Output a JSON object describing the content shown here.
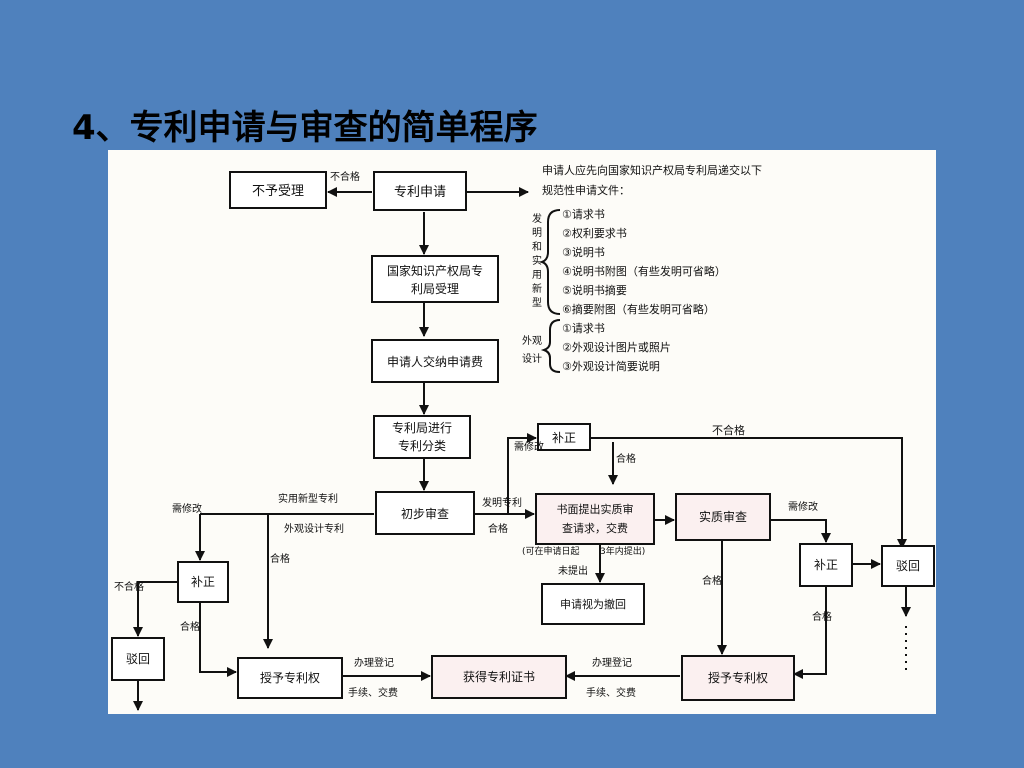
{
  "title": "4、专利申请与审查的简单程序",
  "boxes": {
    "not_accepted": "不予受理",
    "patent_application": "专利申请",
    "cnipa_accept_1": "国家知识产权局专",
    "cnipa_accept_2": "利局受理",
    "pay_fee": "申请人交纳申请费",
    "classify_1": "专利局进行",
    "classify_2": "专利分类",
    "prelim_exam": "初步审查",
    "correct_top": "补正",
    "request_exam_1": "书面提出实质审",
    "request_exam_2": "查请求，交费",
    "substantive_exam": "实质审查",
    "correct_right": "补正",
    "reject_right": "驳回",
    "correct_left": "补正",
    "reject_left": "驳回",
    "deemed_withdrawn": "申请视为撤回",
    "grant_left": "授予专利权",
    "certificate": "获得专利证书",
    "grant_right": "授予专利权"
  },
  "labels": {
    "fail_top": "不合格",
    "fail_upper_right": "不合格",
    "fail_left": "不合格",
    "need_fix_top": "需修改",
    "need_fix_left": "需修改",
    "need_fix_right": "需修改",
    "pass_a": "合格",
    "pass_b": "合格",
    "pass_c": "合格",
    "pass_d": "合格",
    "pass_e": "合格",
    "pass_f": "合格",
    "utility": "实用新型专利",
    "design": "外观设计专利",
    "invention": "发明专利",
    "within3_1": "(可在申请日起",
    "within3_2": "3年内提出)",
    "not_filed": "未提出",
    "register_left": "办理登记",
    "fees_left": "手续、交费",
    "register_right": "办理登记",
    "fees_right": "手续、交费"
  },
  "docs": {
    "intro_1": "申请人应先向国家知识产权局专利局递交以下",
    "intro_2": "规范性申请文件：",
    "invention_group": [
      "发",
      "明",
      "和",
      "实",
      "用",
      "新",
      "型"
    ],
    "invention_items": [
      "①请求书",
      "②权利要求书",
      "③说明书",
      "④说明书附图（有些发明可省略）",
      "⑤说明书摘要",
      "⑥摘要附图（有些发明可省略）"
    ],
    "design_group": [
      "外观",
      "设计"
    ],
    "design_items": [
      "①请求书",
      "②外观设计图片或照片",
      "③外观设计简要说明"
    ]
  }
}
